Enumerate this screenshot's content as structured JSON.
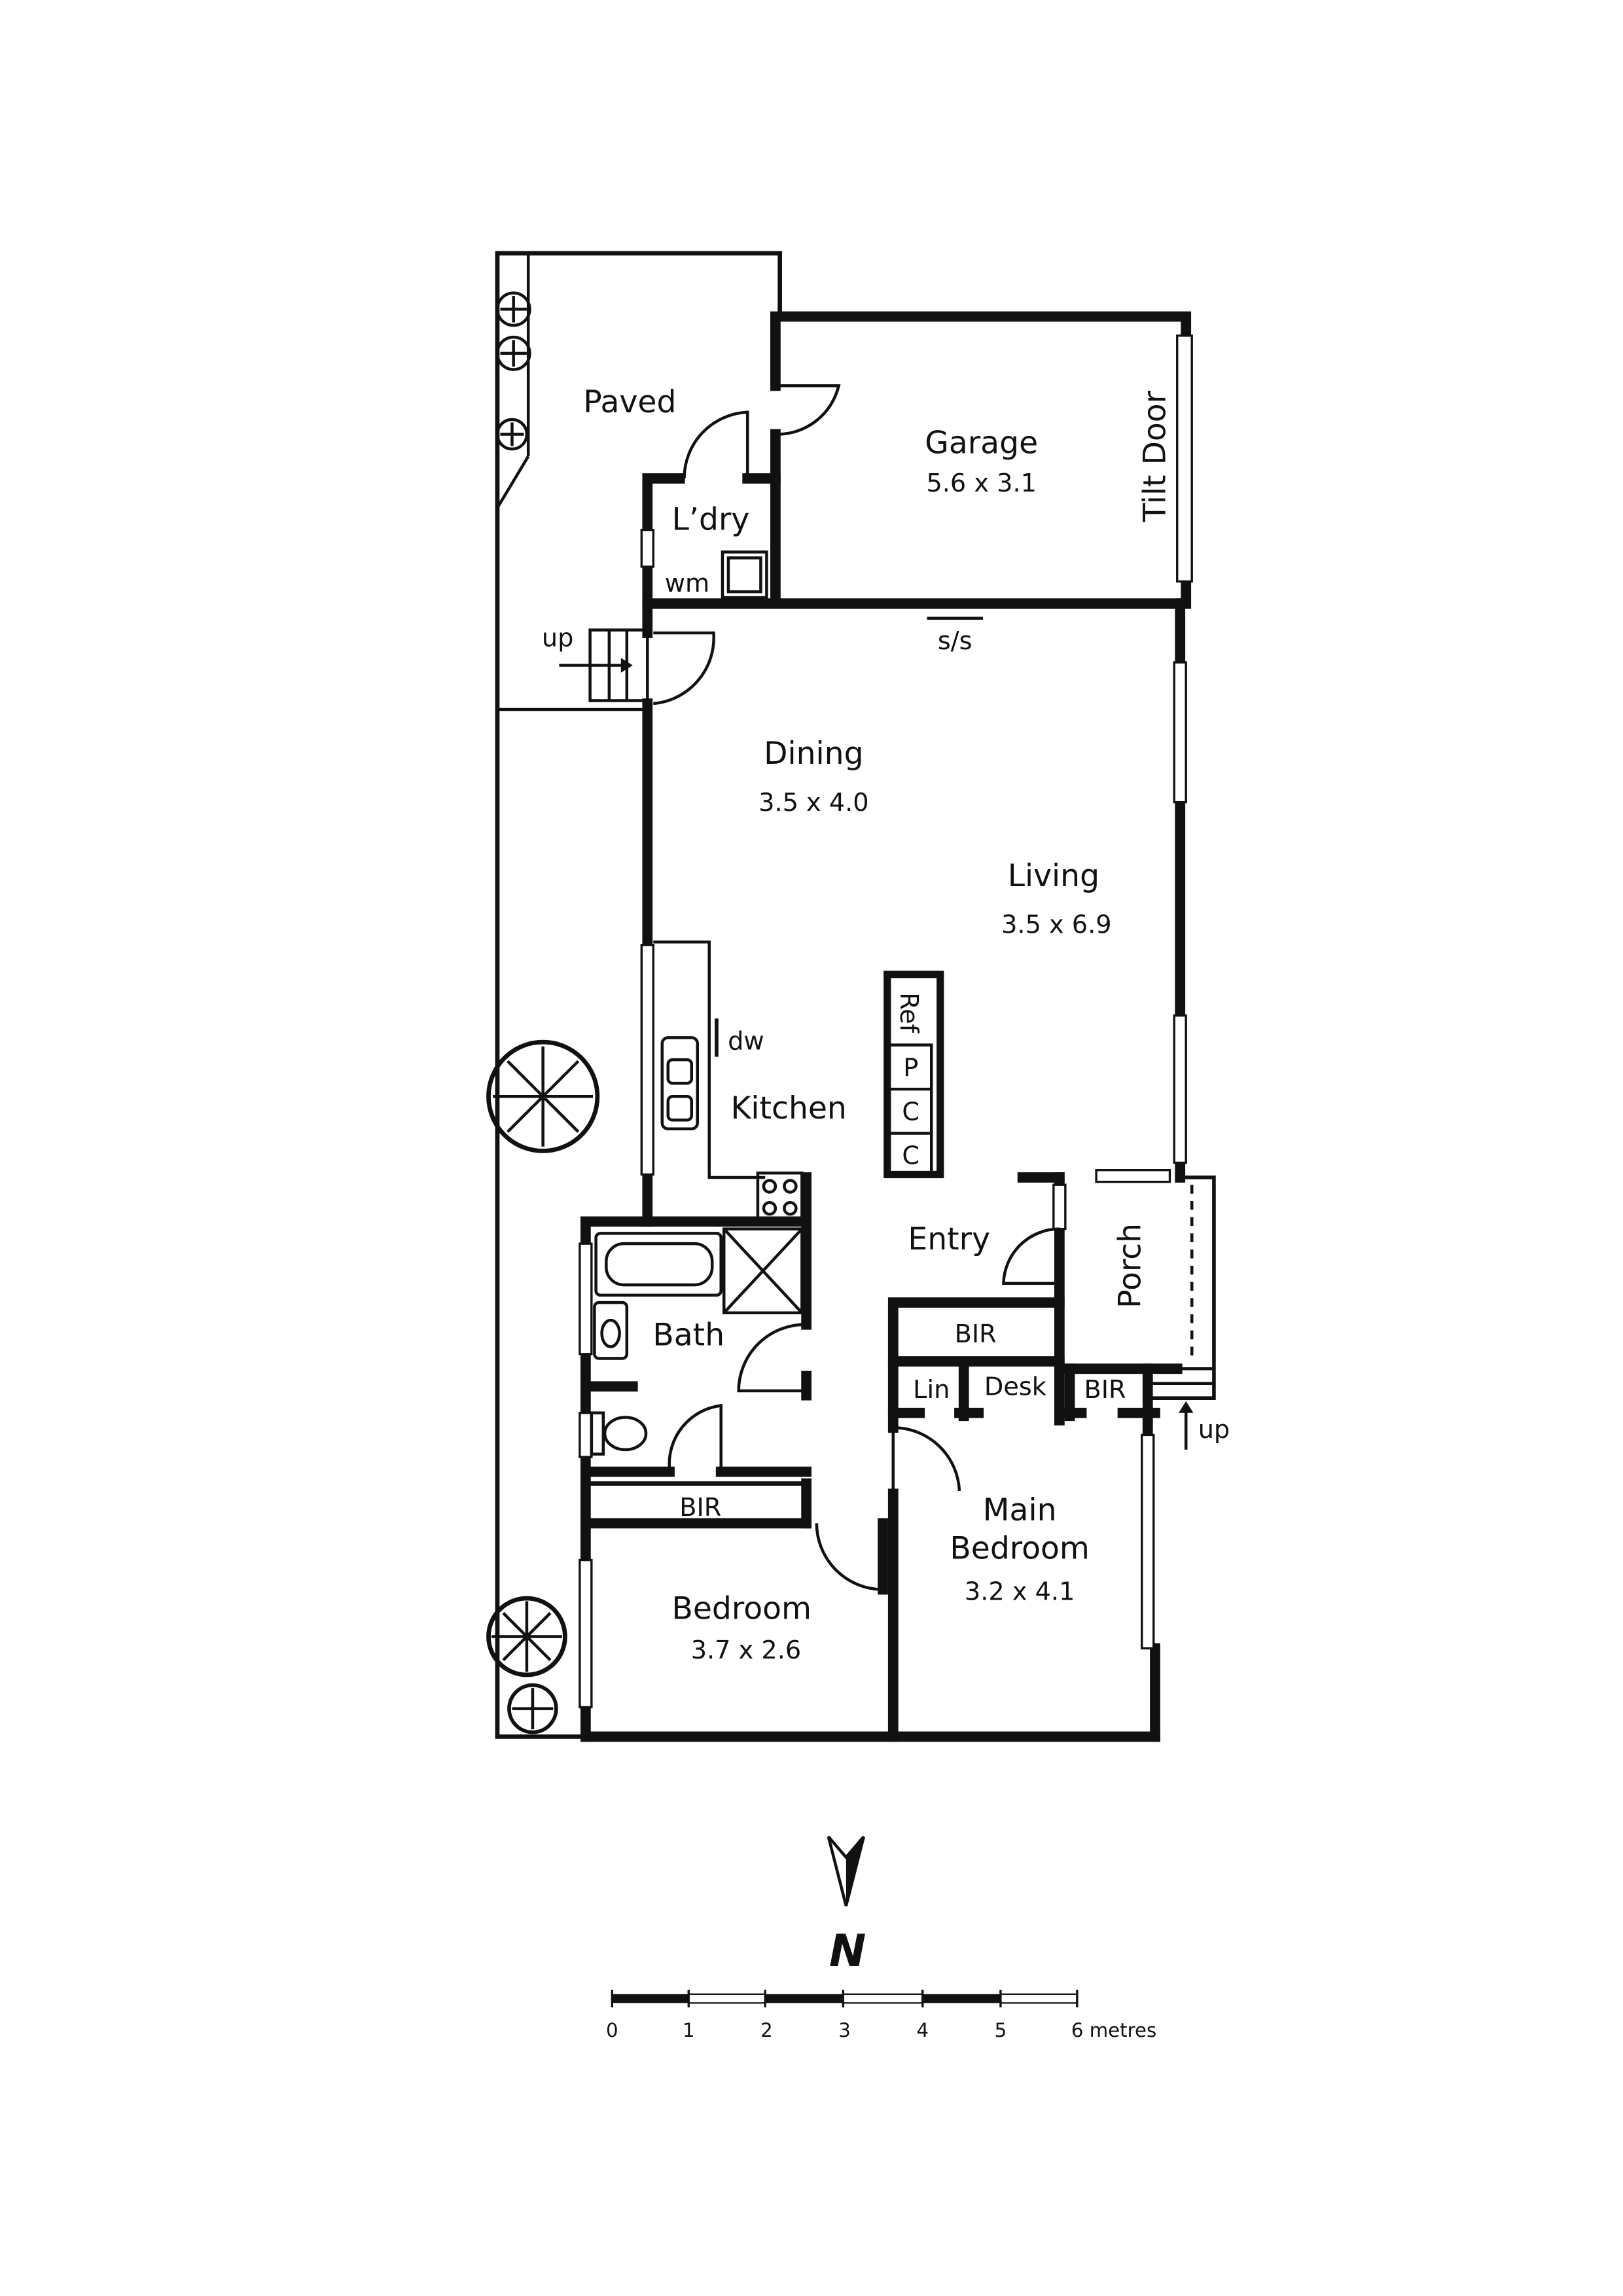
{
  "rooms": {
    "paved": {
      "name": "Paved"
    },
    "garage": {
      "name": "Garage",
      "size": "5.6 x 3.1",
      "door": "Tilt Door"
    },
    "laundry": {
      "name": "L’dry",
      "appliance": "wm"
    },
    "dining": {
      "name": "Dining",
      "size": "3.5 x 4.0"
    },
    "living": {
      "name": "Living",
      "size": "3.5 x 6.9"
    },
    "kitchen": {
      "name": "Kitchen",
      "appliance": "dw",
      "island": [
        "Ref",
        "P",
        "C",
        "C"
      ]
    },
    "entry": {
      "name": "Entry"
    },
    "porch": {
      "name": "Porch"
    },
    "bath": {
      "name": "Bath"
    },
    "bedroom": {
      "name": "Bedroom",
      "size": "3.7 x 2.6",
      "robe": "BIR"
    },
    "main_bedroom": {
      "name_line1": "Main",
      "name_line2": "Bedroom",
      "size": "3.2 x 4.1"
    },
    "storage": {
      "bir_entry": "BIR",
      "linen": "Lin",
      "desk": "Desk",
      "bir_main": "BIR"
    }
  },
  "annotations": {
    "steps_up_rear": "up",
    "steps_up_porch": "up",
    "sliding_door": "s/s"
  },
  "compass": {
    "label": "N"
  },
  "scale_bar": {
    "ticks": [
      "0",
      "1",
      "2",
      "3",
      "4",
      "5",
      "6 metres"
    ]
  }
}
